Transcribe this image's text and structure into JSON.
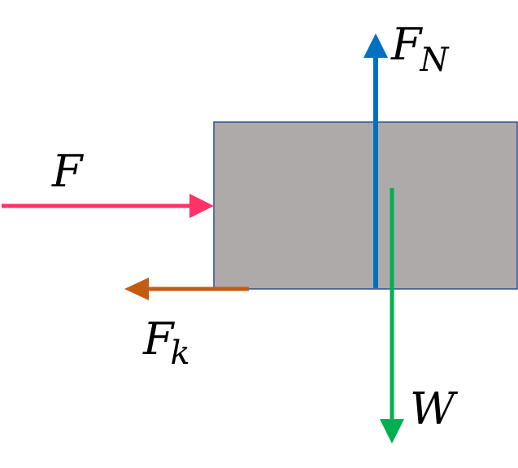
{
  "diagram": {
    "title": "",
    "colors": {
      "block_fill": "#aeaaaa",
      "block_stroke": "#2f4f8f",
      "applied_force": "#ff3366",
      "normal_force": "#0070c0",
      "weight": "#00b050",
      "friction": "#c55a11"
    },
    "forces": {
      "applied": {
        "symbol": "F",
        "subscript": ""
      },
      "normal": {
        "symbol": "F",
        "subscript": "N"
      },
      "weight": {
        "symbol": "W",
        "subscript": ""
      },
      "friction": {
        "symbol": "F",
        "subscript": "k"
      }
    }
  }
}
